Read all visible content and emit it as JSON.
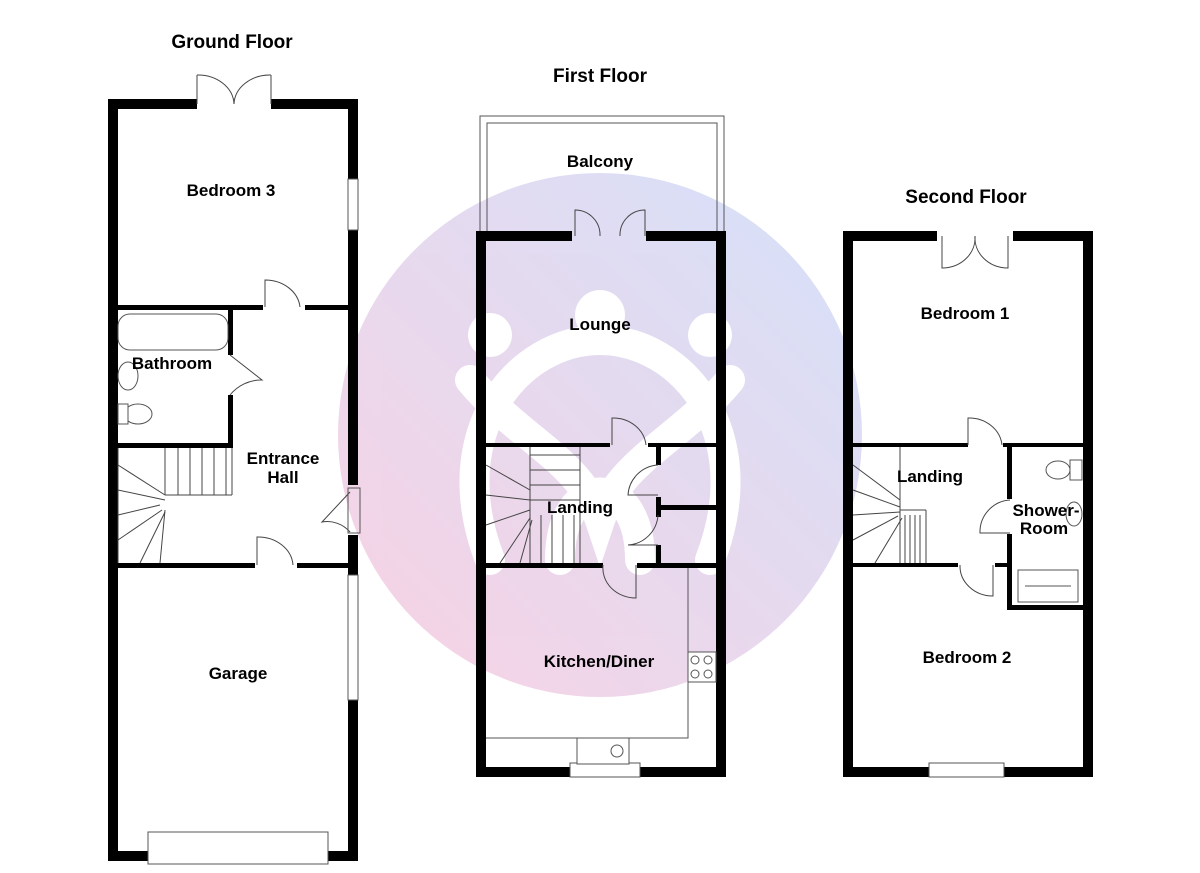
{
  "floors": {
    "ground": {
      "title": "Ground Floor",
      "rooms": {
        "bedroom3": "Bedroom 3",
        "bathroom": "Bathroom",
        "entrance_hall_line1": "Entrance",
        "entrance_hall_line2": "Hall",
        "garage": "Garage"
      }
    },
    "first": {
      "title": "First Floor",
      "rooms": {
        "balcony": "Balcony",
        "lounge": "Lounge",
        "landing": "Landing",
        "kitchen": "Kitchen/Diner"
      }
    },
    "second": {
      "title": "Second Floor",
      "rooms": {
        "bedroom1": "Bedroom 1",
        "landing": "Landing",
        "shower_line1": "Shower-",
        "shower_line2": "Room",
        "bedroom2": "Bedroom 2"
      }
    }
  },
  "watermark": {
    "type": "logo",
    "colors": [
      "#f6c4dc",
      "#c9d8f7"
    ]
  }
}
